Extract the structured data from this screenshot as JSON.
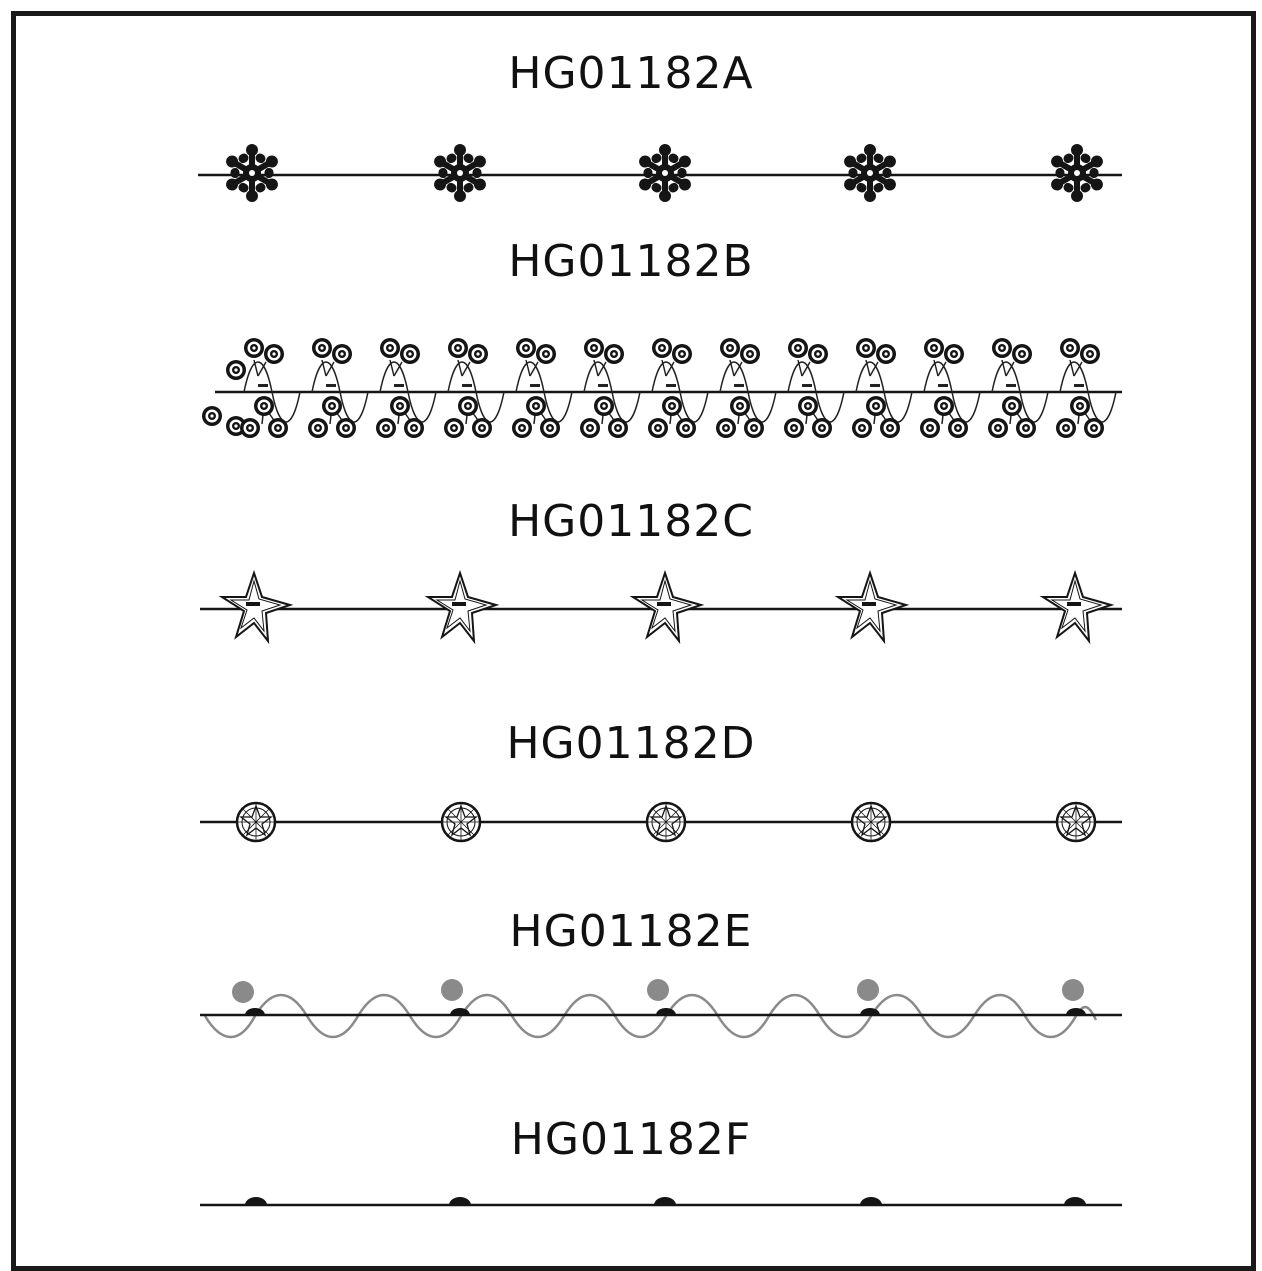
{
  "rows": [
    {
      "label": "HG01182A",
      "motif": "snowflake-icon"
    },
    {
      "label": "HG01182B",
      "motif": "flower-cluster-icon"
    },
    {
      "label": "HG01182C",
      "motif": "star-icon"
    },
    {
      "label": "HG01182D",
      "motif": "star-in-circle-icon"
    },
    {
      "label": "HG01182E",
      "motif": "bead-wave-icon"
    },
    {
      "label": "HG01182F",
      "motif": "dot-icon"
    }
  ],
  "colors": {
    "ink": "#111111",
    "grey": "#8a8a8a",
    "frame": "#1a1a1a"
  }
}
